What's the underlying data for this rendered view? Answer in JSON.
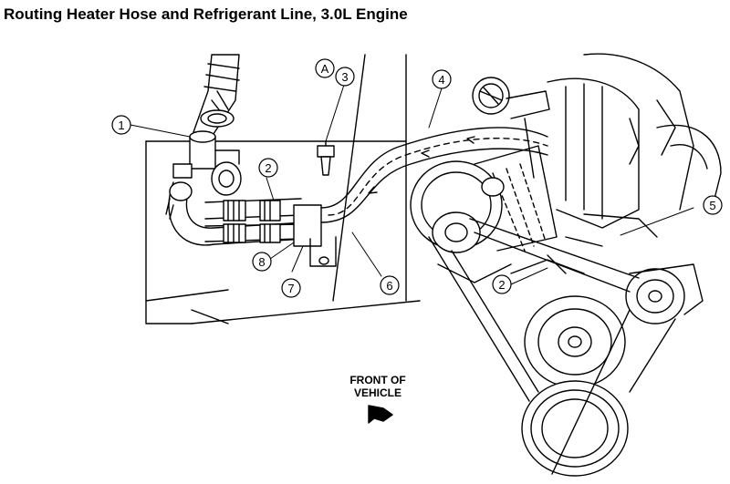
{
  "title": "Routing Heater Hose and Refrigerant Line, 3.0L Engine",
  "callouts": {
    "c1": "1",
    "c2a": "2",
    "c2b": "2",
    "c3": "3",
    "cA": "A",
    "c4": "4",
    "c5": "5",
    "c6": "6",
    "c7": "7",
    "c8": "8"
  },
  "front_label": {
    "line1": "FRONT OF",
    "line2": "VEHICLE"
  },
  "colors": {
    "ink": "#000000",
    "paper": "#ffffff"
  }
}
